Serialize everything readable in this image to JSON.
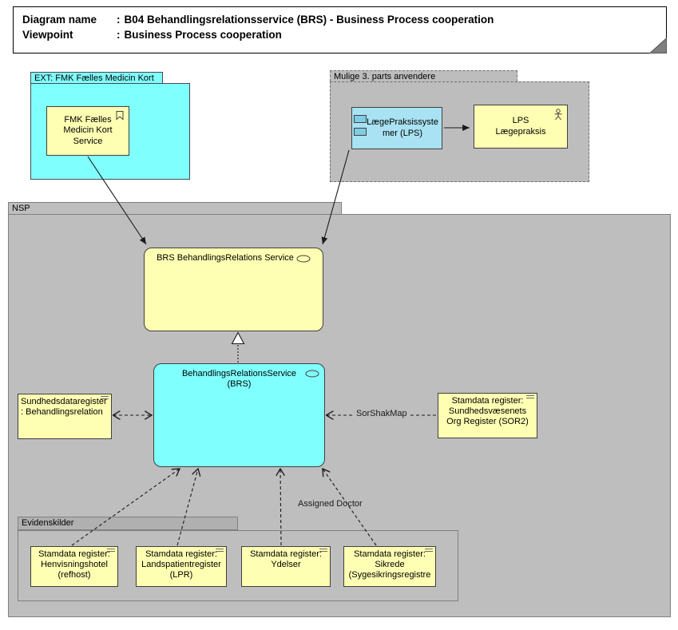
{
  "colors": {
    "cyan": "#80FFFF",
    "light_blue": "#A9E2F3",
    "yellow": "#FFFFB3",
    "group_gray": "#BEBEBE",
    "header_gray": "#B0B0B0",
    "fold_gray": "#808080"
  },
  "title": {
    "rows": [
      {
        "label": "Diagram name",
        "sep": ":",
        "value": "B04 Behandlingsrelationsservice (BRS) - Business Process cooperation"
      },
      {
        "label": "Viewpoint",
        "sep": ":",
        "value": "Business Process cooperation"
      }
    ]
  },
  "ext_group": {
    "label": "EXT: FMK Fælles Medicin Kort",
    "service_label": "FMK Fælles Medicin Kort Service"
  },
  "third_party_group": {
    "label": "Mulige 3. parts anvendere",
    "system_label": "LægePraksissystemer (LPS)",
    "actor_label": "LPS Lægepraksis"
  },
  "nsp": {
    "label": "NSP",
    "brs_service_label": "BRS BehandlingsRelations Service",
    "brs_app_label": "BehandlingsRelationsService (BRS)",
    "left_register_label": "Sundhedsdataregister: Behandlingsrelation",
    "sorshakmap_label": "SorShakMap",
    "sor_register_label": "Stamdata register: Sundhedsvæsenets Org Register (SOR2)",
    "assigned_doctor_label": "Assigned Doctor"
  },
  "evidens": {
    "label": "Evidenskilder",
    "registers": [
      {
        "label": "Stamdata register: Henvisningshotel (refhost)"
      },
      {
        "label": "Stamdata register: Landspatientregister (LPR)"
      },
      {
        "label": "Stamdata register: Ydelser"
      },
      {
        "label": "Stamdata register: Sikrede (Sygesikringsregistre"
      }
    ]
  }
}
